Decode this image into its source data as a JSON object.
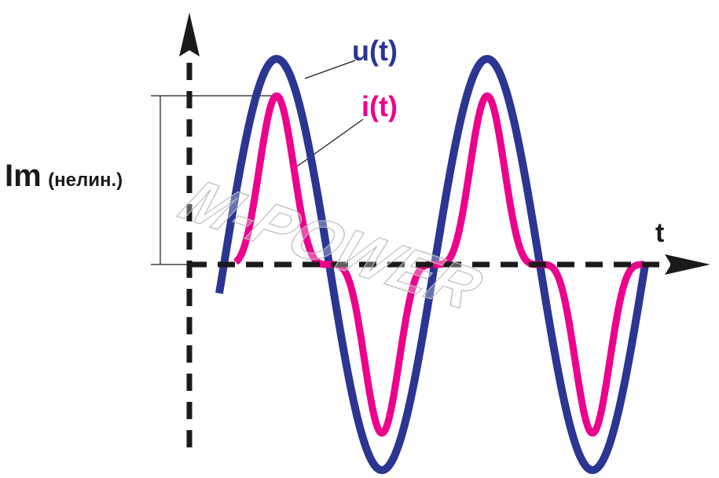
{
  "labels": {
    "voltage": "u(t)",
    "current": "i(t)",
    "time_axis": "t",
    "amplitude_main": "Im",
    "amplitude_note": "(нелин.)"
  },
  "watermark": "M-POWER",
  "colors": {
    "voltage": "#2b3592",
    "current": "#ec008c",
    "axis": "#1a1a1a",
    "text": "#1a1a1a"
  },
  "waveforms": {
    "periods_shown": 2,
    "voltage_amplitude": 1.0,
    "current_amplitude": 0.82,
    "current_shape_exponent": 4
  }
}
